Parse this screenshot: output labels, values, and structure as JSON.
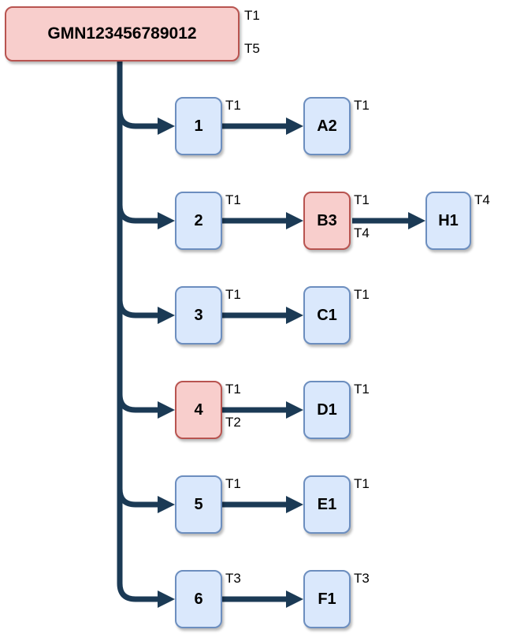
{
  "diagram": {
    "root": {
      "label": "GMN123456789012",
      "tags": [
        "T1",
        "T5"
      ],
      "style": "highlight"
    },
    "rows": [
      {
        "node": {
          "label": "1",
          "tags": [
            "T1"
          ],
          "style": "normal"
        },
        "child": {
          "label": "A2",
          "tags": [
            "T1"
          ],
          "style": "normal"
        }
      },
      {
        "node": {
          "label": "2",
          "tags": [
            "T1"
          ],
          "style": "normal"
        },
        "child": {
          "label": "B3",
          "tags": [
            "T1",
            "T4"
          ],
          "style": "highlight"
        },
        "grandchild": {
          "label": "H1",
          "tags": [
            "T4"
          ],
          "style": "normal"
        }
      },
      {
        "node": {
          "label": "3",
          "tags": [
            "T1"
          ],
          "style": "normal"
        },
        "child": {
          "label": "C1",
          "tags": [
            "T1"
          ],
          "style": "normal"
        }
      },
      {
        "node": {
          "label": "4",
          "tags": [
            "T1",
            "T2"
          ],
          "style": "highlight"
        },
        "child": {
          "label": "D1",
          "tags": [
            "T1"
          ],
          "style": "normal"
        }
      },
      {
        "node": {
          "label": "5",
          "tags": [
            "T1"
          ],
          "style": "normal"
        },
        "child": {
          "label": "E1",
          "tags": [
            "T1"
          ],
          "style": "normal"
        }
      },
      {
        "node": {
          "label": "6",
          "tags": [
            "T3"
          ],
          "style": "normal"
        },
        "child": {
          "label": "F1",
          "tags": [
            "T3"
          ],
          "style": "normal"
        }
      }
    ],
    "colors": {
      "node_fill": "#dae8fc",
      "node_border": "#6c8ebf",
      "highlight_fill": "#f8cecc",
      "highlight_border": "#b85450",
      "connector": "#1b3a55",
      "text_color": "#000000"
    }
  }
}
